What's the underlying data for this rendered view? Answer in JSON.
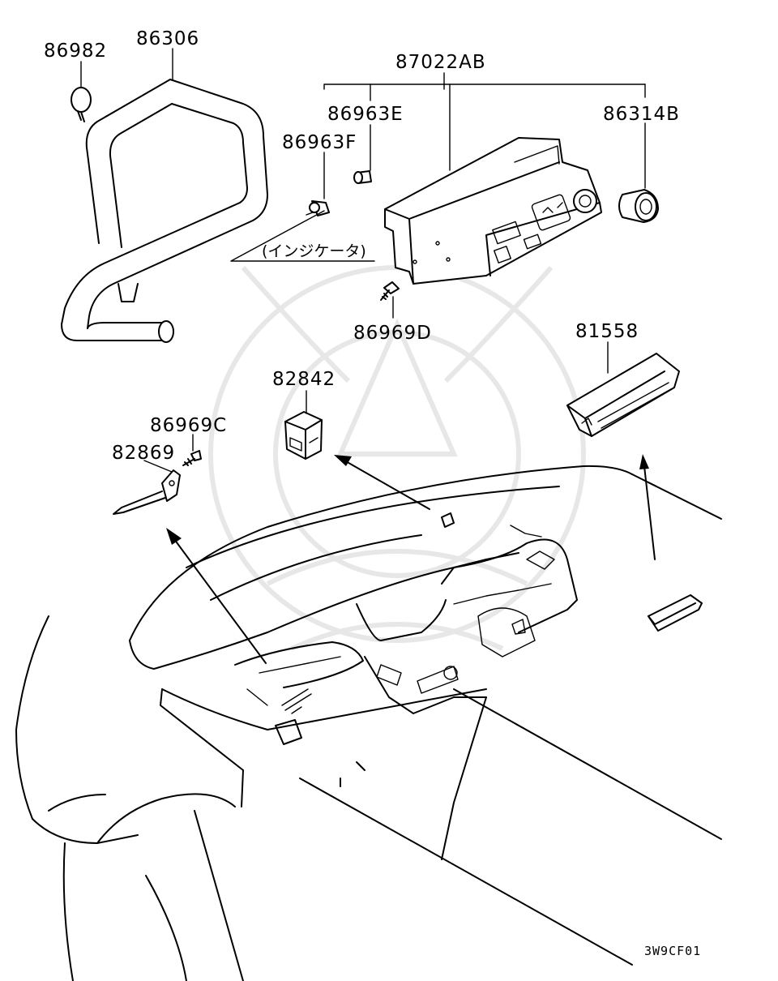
{
  "labels": {
    "p86982": "86982",
    "p86306": "86306",
    "p87022AB": "87022AB",
    "p86963E": "86963E",
    "p86963F": "86963F",
    "p86314B": "86314B",
    "indicator": "(インジケータ)",
    "p86969D": "86969D",
    "p81558": "81558",
    "p82842": "82842",
    "p86969C": "86969C",
    "p82869": "82869",
    "code": "3W9CF01"
  }
}
